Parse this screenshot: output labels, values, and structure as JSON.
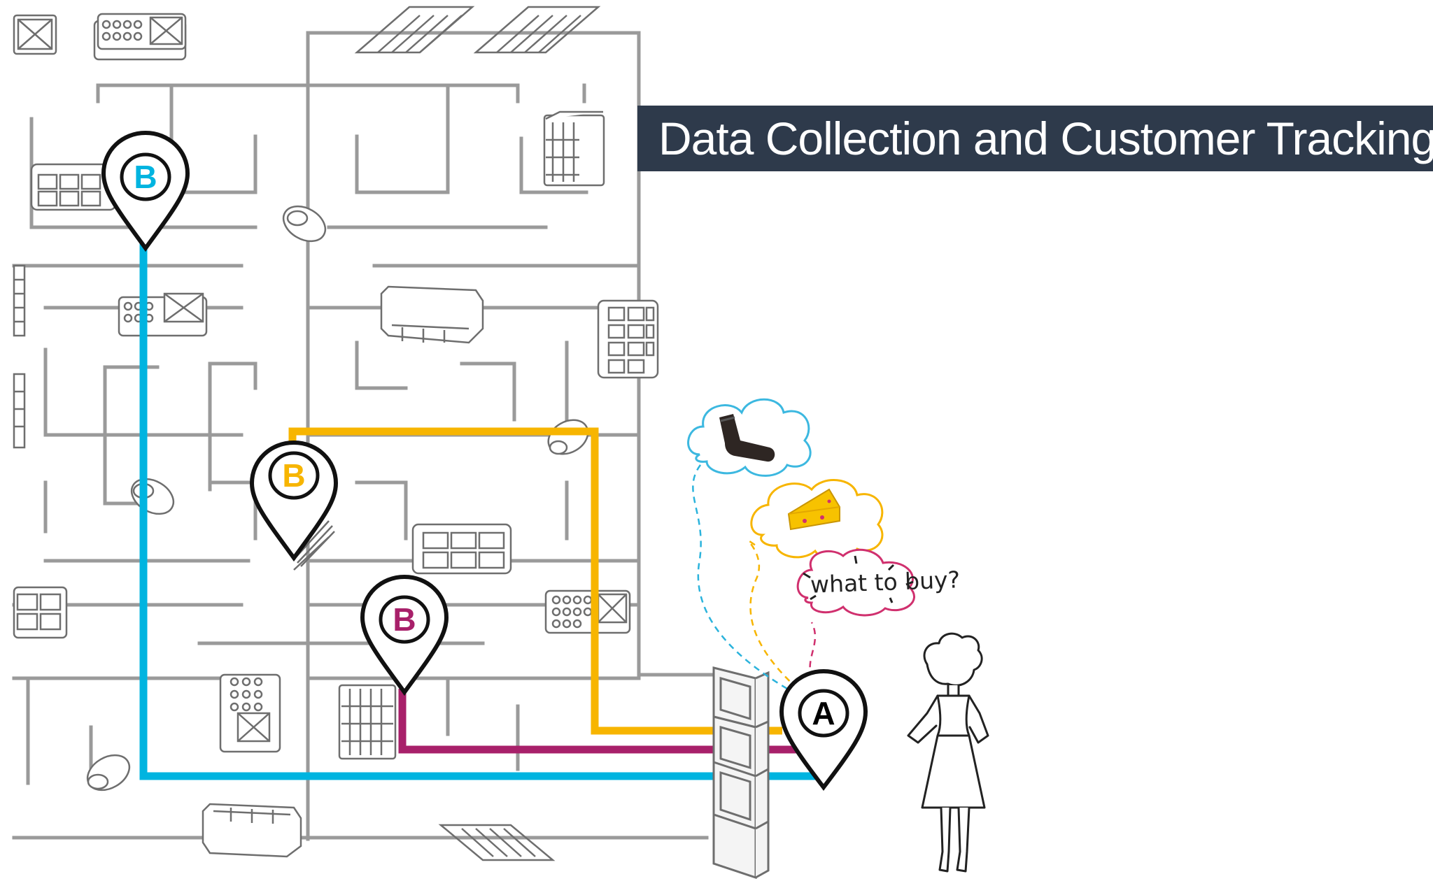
{
  "title": "Data Collection and Customer Tracking",
  "thought": "what to buy?",
  "markers": [
    {
      "name": "marker-b-blue",
      "letter": "B",
      "color": "#00b4e0"
    },
    {
      "name": "marker-b-yellow",
      "letter": "B",
      "color": "#f7b500"
    },
    {
      "name": "marker-b-purple",
      "letter": "B",
      "color": "#a8206a"
    },
    {
      "name": "marker-a-start",
      "letter": "A",
      "color": "#000000"
    }
  ],
  "colors": {
    "path_blue": "#00b4e0",
    "path_yellow": "#f7b500",
    "path_purple": "#a8206a",
    "banner": "#2e3a4b",
    "walls": "#9a9a9a"
  },
  "thought_items": [
    "sock-icon",
    "cheese-icon"
  ]
}
